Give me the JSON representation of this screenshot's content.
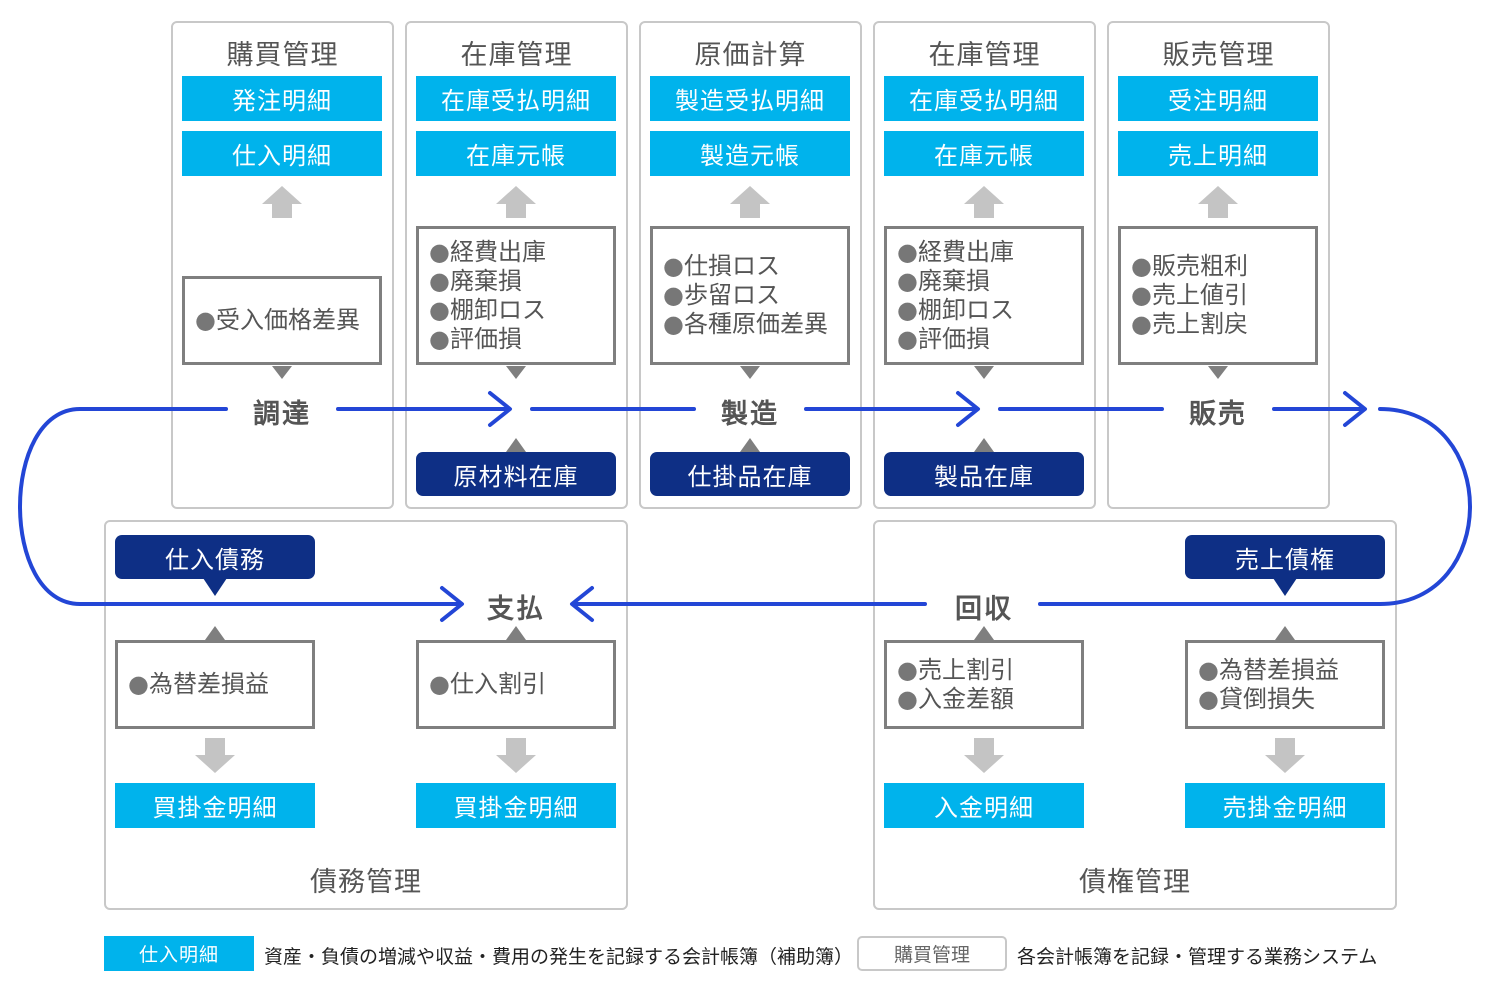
{
  "systems": {
    "purchasing": "購買管理",
    "inventory_raw": "在庫管理",
    "costing": "原価計算",
    "inventory_goods": "在庫管理",
    "sales": "販売管理",
    "payables": "債務管理",
    "receivables": "債権管理"
  },
  "ledgers": {
    "purchase_order": "発注明細",
    "purchase_detail": "仕入明細",
    "inv_receipt_raw": "在庫受払明細",
    "inv_ledger_raw": "在庫元帳",
    "mfg_receipt": "製造受払明細",
    "mfg_ledger": "製造元帳",
    "inv_receipt_goods": "在庫受払明細",
    "inv_ledger_goods": "在庫元帳",
    "sales_order": "受注明細",
    "sales_detail": "売上明細",
    "ap_detail_1": "買掛金明細",
    "ap_detail_2": "買掛金明細",
    "deposit_detail": "入金明細",
    "ar_detail": "売掛金明細"
  },
  "inventory_tags": {
    "raw_materials": "原材料在庫",
    "wip": "仕掛品在庫",
    "finished_goods": "製品在庫",
    "payables": "仕入債務",
    "receivables": "売上債権"
  },
  "event_lists": {
    "purchasing": [
      "受入価格差異"
    ],
    "inventory_raw": [
      "経費出庫",
      "廃棄損",
      "棚卸ロス",
      "評価損"
    ],
    "costing": [
      "仕損ロス",
      "歩留ロス",
      "各種原価差異"
    ],
    "inventory_goods": [
      "経費出庫",
      "廃棄損",
      "棚卸ロス",
      "評価損"
    ],
    "sales": [
      "販売粗利",
      "売上値引",
      "売上割戻"
    ],
    "fx_payables": [
      "為替差損益"
    ],
    "purchase_discount": [
      "仕入割引"
    ],
    "collection": [
      "売上割引",
      "入金差額"
    ],
    "fx_receivables": [
      "為替差損益",
      "貸倒損失"
    ]
  },
  "stages": {
    "procurement": "調達",
    "manufacturing": "製造",
    "sales": "販売",
    "payment": "支払",
    "collection": "回収"
  },
  "legend": {
    "ledger_sample": "仕入明細",
    "ledger_desc": "資産・負債の増減や収益・費用の発生を記録する会計帳簿（補助簿）",
    "system_sample": "購買管理",
    "system_desc": "各会計帳簿を記録・管理する業務システム"
  },
  "colors": {
    "ledger": "#00b3ec",
    "inventory_tag": "#0e2f85",
    "flow_line": "#2346d6",
    "arrow_gray": "#c4c4c4",
    "panel_border": "#c8c8c8"
  }
}
